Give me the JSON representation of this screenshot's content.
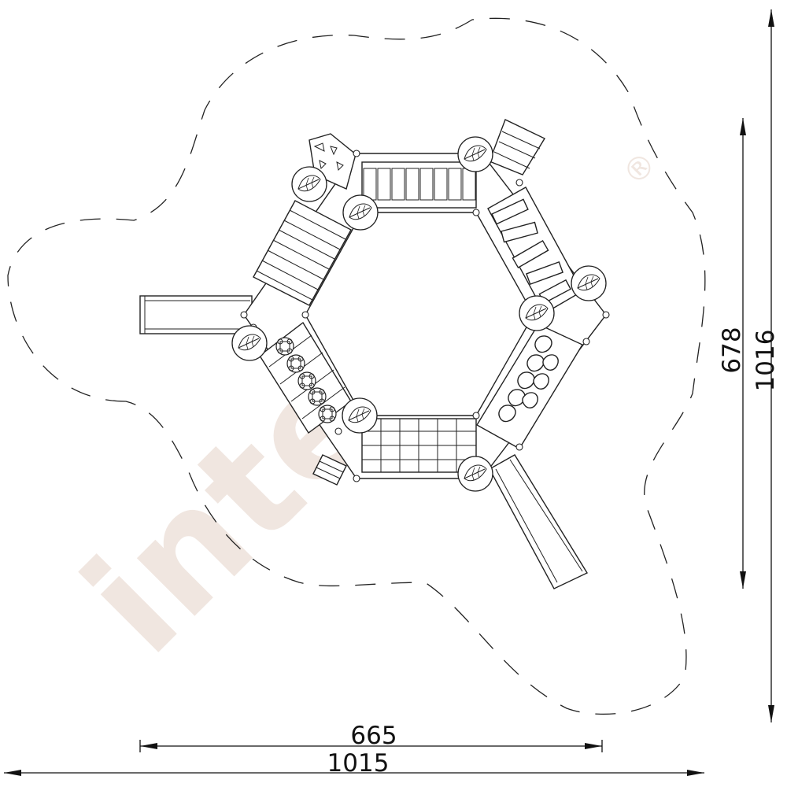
{
  "watermark": {
    "brand": "inter",
    "mark": "®"
  },
  "dimensions": {
    "inner_width": "665",
    "outer_width": "1015",
    "inner_height": "678",
    "outer_height": "1016"
  },
  "palette": {
    "line": "#222222",
    "watermark": "#f0e6e0",
    "background": "#ffffff"
  }
}
